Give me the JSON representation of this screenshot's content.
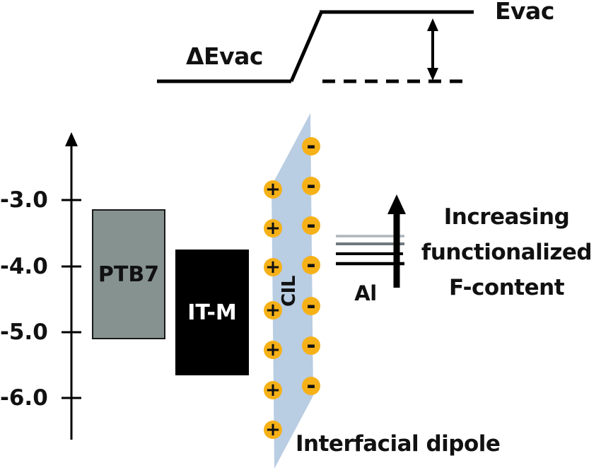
{
  "figure": {
    "background": "#ffffff",
    "line_color": "#000000"
  },
  "vacuum_level": {
    "evac_label": "Evac",
    "delta_evac_label": "ΔEvac"
  },
  "energy_axis": {
    "tick_labels": [
      "-3.0",
      "-4.0",
      "-5.0",
      "-6.0"
    ],
    "range_eV": [
      -3.0,
      -6.0
    ]
  },
  "materials": {
    "donor": {
      "label": "PTB7",
      "fill": "#869290",
      "energy_top_eV": -3.2,
      "energy_bottom_eV": -5.1
    },
    "acceptor": {
      "label": "IT-M",
      "fill": "#000000",
      "energy_top_eV": -3.75,
      "energy_bottom_eV": -5.65
    }
  },
  "cil": {
    "label": "CIL",
    "fill": "#B9CDE3",
    "charge_fill": "#F6B118",
    "positive_charge_symbol": "+",
    "negative_charge_symbol": "-",
    "positive_charge_count": 7,
    "negative_charge_count": 7
  },
  "electrode": {
    "label": "Al",
    "level_line_colors": [
      "#AEB6BB",
      "#6F797E",
      "#000000",
      "#000000"
    ]
  },
  "annotations": {
    "increasing_lines": [
      "Increasing",
      "functionalized",
      "F-content"
    ],
    "interfacial_dipole": "Interfacial dipole"
  }
}
